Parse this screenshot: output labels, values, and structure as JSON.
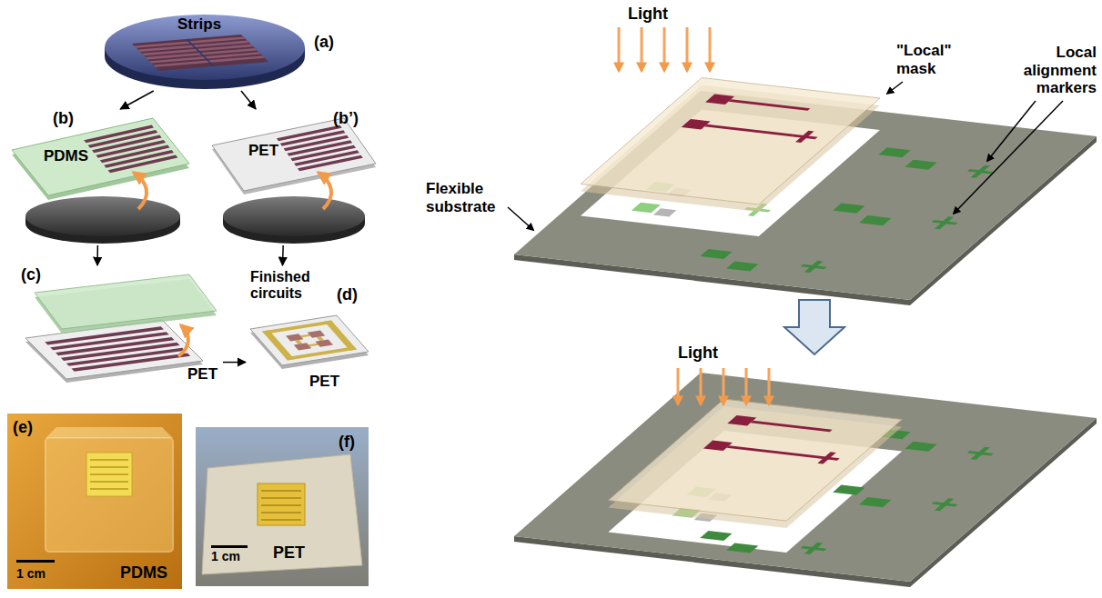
{
  "diagram": {
    "nodes": [
      {
        "text": [
          "Strips",
          "(a)"
        ]
      },
      {
        "text": [
          "(b)",
          "PDMS"
        ]
      },
      {
        "text": [
          "(b’)",
          "PET"
        ]
      },
      {
        "text": [
          "(c)",
          "PET"
        ]
      },
      {
        "text": [
          "Finished circuits",
          "(d)",
          "PET"
        ]
      }
    ],
    "edges": [
      {
        "from": 0,
        "to": 1,
        "arrow": "to"
      },
      {
        "from": 0,
        "to": 2,
        "arrow": "to"
      },
      {
        "from": 1,
        "to": 3,
        "arrow": "to"
      },
      {
        "from": 2,
        "to": 4,
        "arrow": "to"
      },
      {
        "from": 3,
        "to": 4,
        "arrow": "to"
      }
    ],
    "labels": [
      "(e)",
      "PDMS",
      "1 cm",
      "(f)",
      "PET",
      "1 cm",
      "Light",
      "\"Local\" mask",
      "Local alignment markers",
      "Flexible substrate",
      "Light"
    ]
  }
}
